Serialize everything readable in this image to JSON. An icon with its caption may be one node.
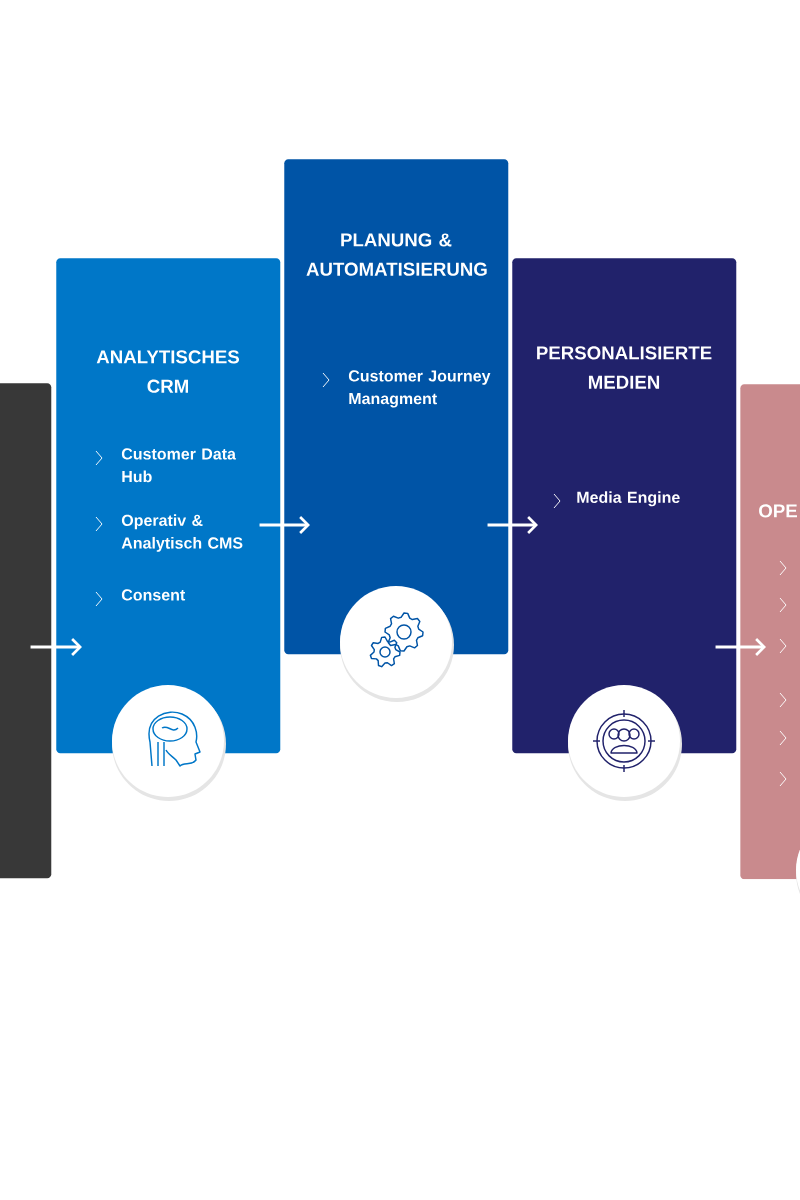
{
  "diagram": {
    "nodes": [
      {
        "text": [],
        "shape": "box"
      },
      {
        "text": [
          "ANALYTISCHES CRM",
          "Customer Data Hub",
          "Operativ & Analytisch CMS",
          "Consent"
        ]
      },
      {
        "text": [
          "PLANUNG & AUTOMATISIERUNG",
          "Customer Journey Managment"
        ]
      },
      {
        "text": [
          "PERSONALISIERTE MEDIEN",
          "Media Engine"
        ]
      },
      {
        "text": [
          "OPE"
        ]
      }
    ],
    "edges": [
      {
        "from": 0,
        "to": 1,
        "arrow": "to"
      },
      {
        "from": 1,
        "to": 2,
        "arrow": "to"
      },
      {
        "from": 2,
        "to": 3,
        "arrow": "to"
      },
      {
        "from": 3,
        "to": 4,
        "arrow": "to"
      }
    ]
  }
}
